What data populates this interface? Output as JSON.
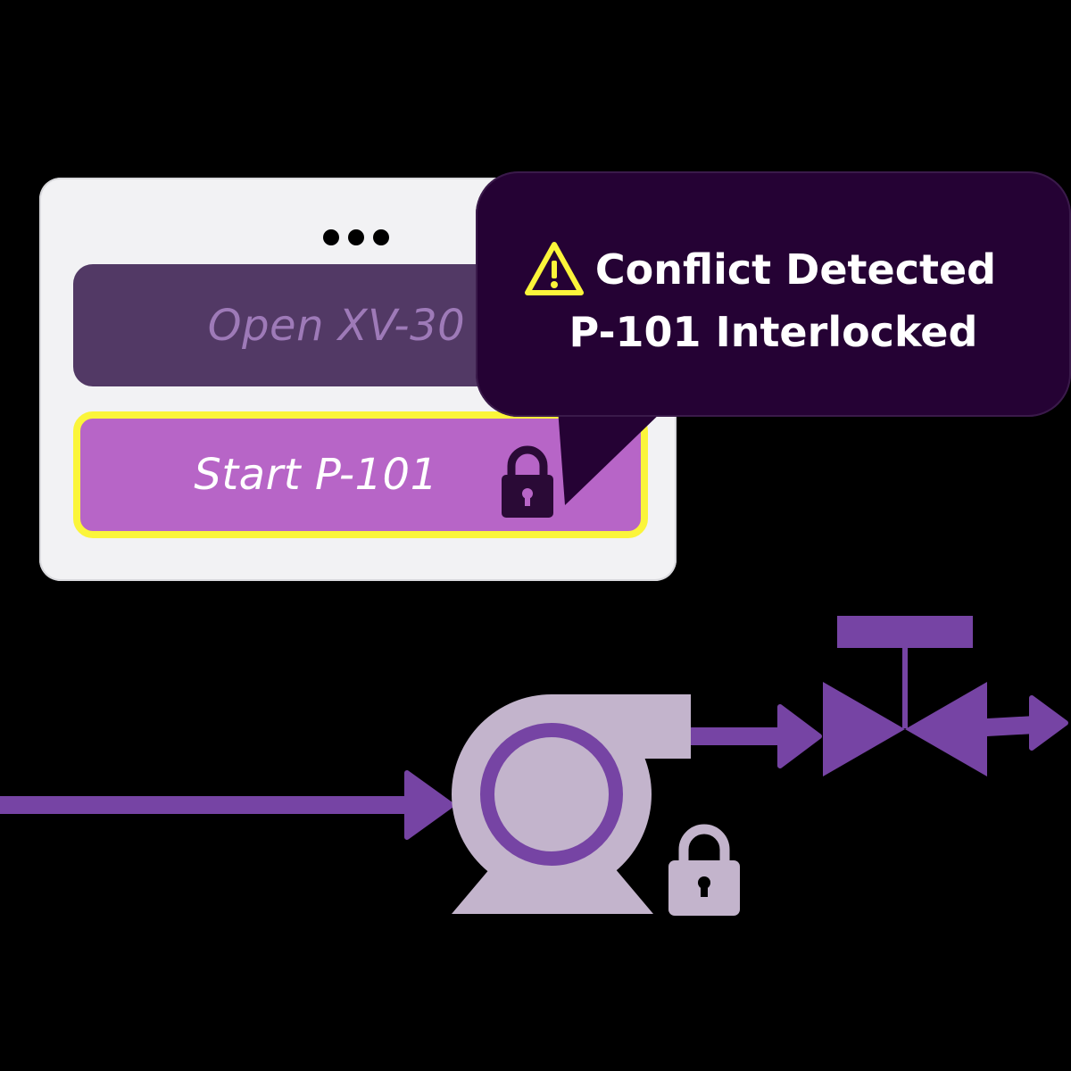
{
  "control_panel": {
    "menu_icon": "more-horizontal-icon",
    "buttons": [
      {
        "label": "Open XV-30",
        "state": "disabled"
      },
      {
        "label": "Start P-101",
        "state": "locked",
        "icon": "lock-icon"
      }
    ]
  },
  "alert": {
    "icon": "warning-icon",
    "title": "Conflict Detected",
    "message": "P-101 Interlocked"
  },
  "diagram": {
    "pump": {
      "icon": "pump-icon",
      "status_icon": "lock-icon"
    },
    "valve": {
      "icon": "valve-icon"
    }
  },
  "colors": {
    "background": "#000000",
    "panel": "#f2f2f4",
    "button_disabled": "#523965",
    "button_locked": "#b765c7",
    "highlight": "#fbf53a",
    "bubble": "#250234",
    "pipe": "#7644a4",
    "pump_body": "#c3b4cc"
  }
}
